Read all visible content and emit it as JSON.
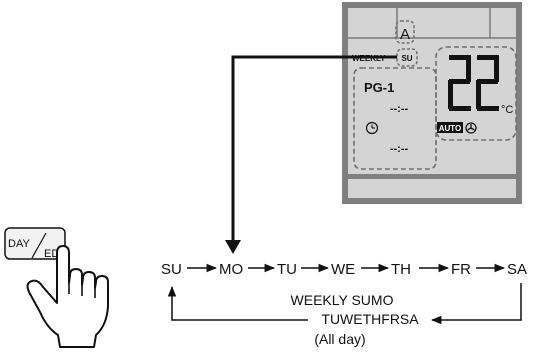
{
  "display": {
    "callout_letter": "A",
    "weekly_label": "WEEKLY",
    "day_indicator": "SU",
    "program_label": "PG-1",
    "time_placeholder_1": "--:--",
    "time_placeholder_2": "--:--",
    "temperature": "22",
    "unit": "°C",
    "mode_badge": "AUTO"
  },
  "button": {
    "label_top": "DAY",
    "label_bottom": "ED"
  },
  "sequence": {
    "days": [
      "SU",
      "MO",
      "TU",
      "WE",
      "TH",
      "FR",
      "SA"
    ],
    "loop_label_line1": "WEEKLY SUMO",
    "loop_label_line2": "TUWETHFRSA",
    "loop_label_line3": "(All day)"
  },
  "colors": {
    "panel_outer": "#7f7f7f",
    "panel_inner": "#d4d4d4",
    "dashed": "#6e6e6e",
    "ink": "#111111"
  }
}
